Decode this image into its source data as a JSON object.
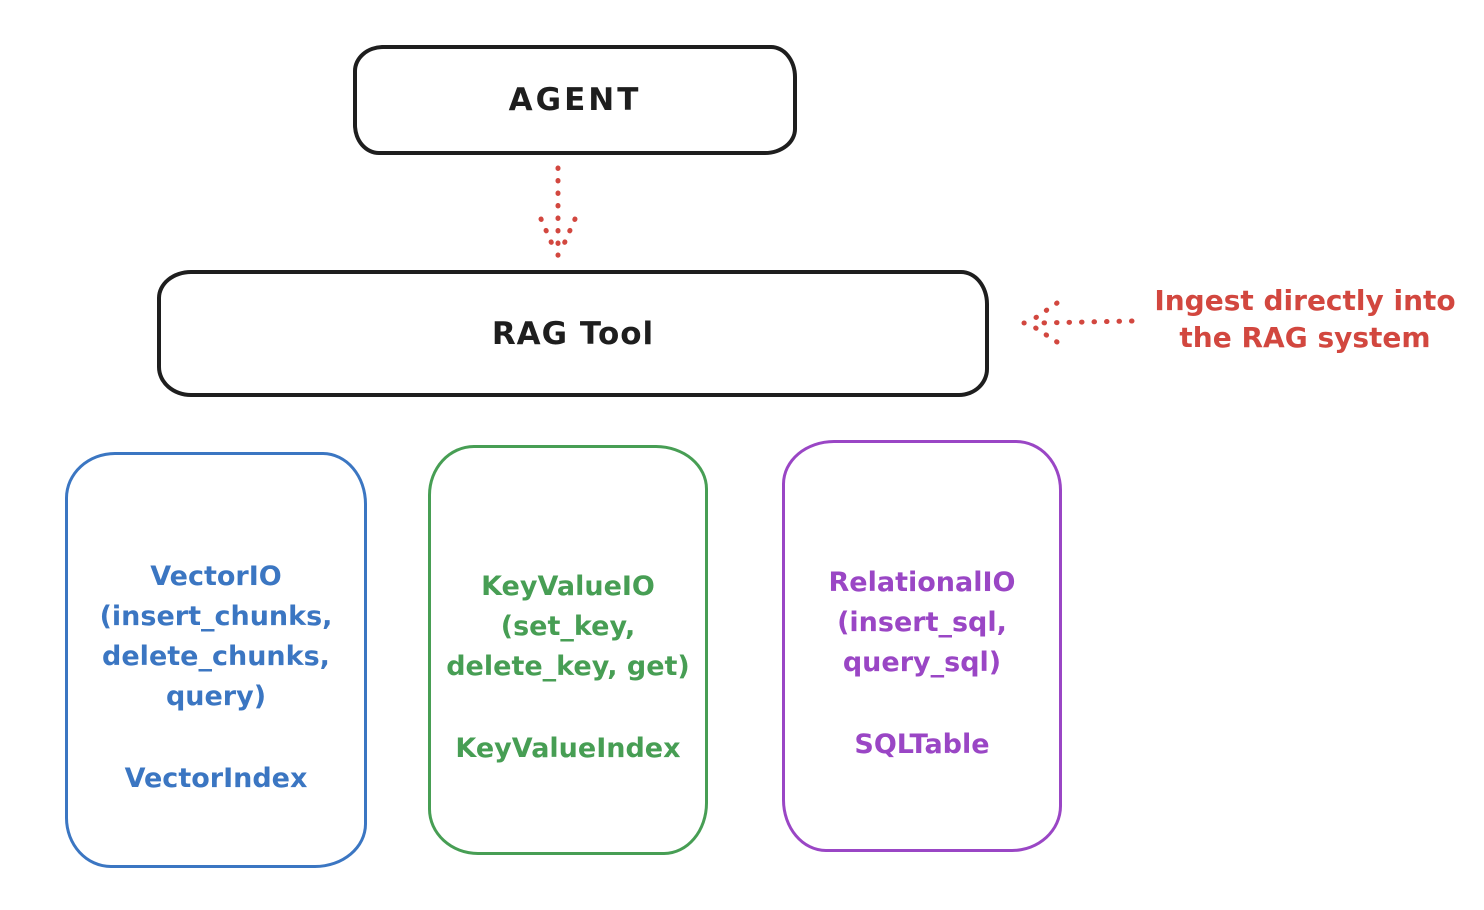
{
  "colors": {
    "ink": "#1e1e1e",
    "accent_red": "#d2473f",
    "vector_blue": "#3b76c2",
    "keyvalue_green": "#479e54",
    "relational_purple": "#9a46c5"
  },
  "agent_box": {
    "label": "AGENT"
  },
  "rag_tool_box": {
    "label": "RAG Tool"
  },
  "ingest_annotation": {
    "line1": "Ingest directly into",
    "line2": "the RAG system"
  },
  "io_boxes": [
    {
      "name": "VectorIO",
      "color": "#3b76c2",
      "lines": [
        "VectorIO",
        "(insert_chunks,",
        "delete_chunks,",
        "query)"
      ],
      "index": "VectorIndex"
    },
    {
      "name": "KeyValueIO",
      "color": "#479e54",
      "lines": [
        "KeyValueIO",
        "(set_key,",
        "delete_key, get)"
      ],
      "index": "KeyValueIndex"
    },
    {
      "name": "RelationalIO",
      "color": "#9a46c5",
      "lines": [
        "RelationalIO",
        "(insert_sql,",
        "query_sql)"
      ],
      "index": "SQLTable"
    }
  ],
  "arrows": [
    {
      "name": "agent-to-rag-tool",
      "style": "dotted",
      "color": "#d2473f",
      "direction": "down"
    },
    {
      "name": "annotation-to-rag-tool",
      "style": "dotted",
      "color": "#d2473f",
      "direction": "left"
    }
  ]
}
